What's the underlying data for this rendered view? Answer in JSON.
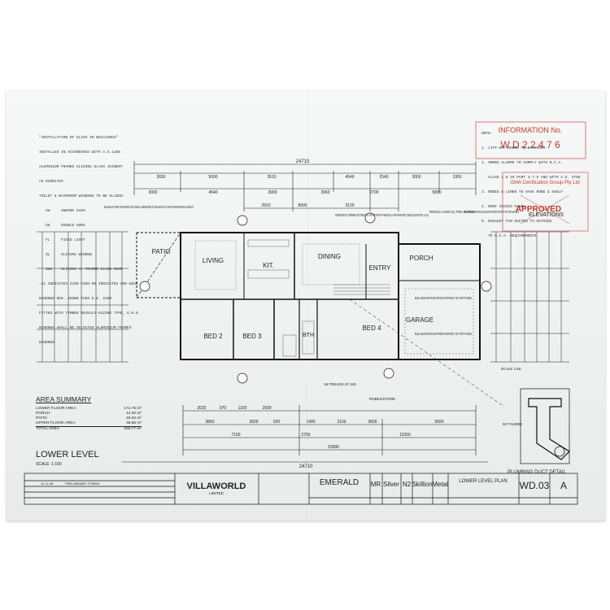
{
  "drawing_title": "LOWER LEVEL",
  "scale_note": "SCALE: 1:100",
  "elevations_label": "ELEVATIONS",
  "rooms": {
    "patio": "PATIO",
    "living": "LIVING",
    "kit": "KIT.",
    "dining": "DINING",
    "entry": "ENTRY",
    "porch": "PORCH",
    "garage": "GARAGE",
    "bed2": "BED 2",
    "bed3": "BED 3",
    "bth": "BTH",
    "bed4": "BED 4"
  },
  "area_summary": {
    "heading": "AREA SUMMARY",
    "rows": [
      {
        "label": "LOWER FLOOR AREA",
        "value": "172.76 m²"
      },
      {
        "label": "PORCH",
        "value": "14.30 m²"
      },
      {
        "label": "PATIO",
        "value": "16.63 m²"
      },
      {
        "label": "UPPER FLOOR AREA",
        "value": "48.68 m²"
      },
      {
        "label": "TOTAL AREA",
        "value": "256.77 m²"
      }
    ]
  },
  "glass_notes": [
    "\"INSTALLATION OF GLASS IN BUILDINGS\"",
    "INSTALLED IN ACCORDANCE WITH A.S.1288",
    "ALUMINIUM FRAMED SLIDING GLASS JOINERY",
    "AS DIRECTED",
    "TOILET & BATHROOM WINDOWS TO BE GLAZED-",
    "   AW     AWNING SASH",
    "   DH     DOUBLE HUNG",
    "   FL     FIXED LIGHT",
    "   SL     SLIDING WINDOW",
    "   SGD    SLIDING AL FRAMED GLASS DOOR",
    "-21 INDICATES 2100 HIGH-09 INDICATES 900 WIDE",
    "WINDOWS NOS. SHOWN THUS E.G. 2109",
    "FITTED WITH TIMBER REVEALS-SIZING TYPE, U.N.O.",
    "WINDOWS SHALL BE SELECTED ALUMINIUM FRAMES",
    "WINDOWS"
  ],
  "right_notes": [
    "NOTE:",
    "1. LIFT-OFF DOORS TO BATHROOM",
    "2. SMOKE ALARMS TO COMPLY WITH B.C.A.",
    "   CLASS 1 & 10 PART 3.7.5 AND WITH A.S. 3786",
    "3. ROBES & LINEN TO HAVE ROBE & SHELF",
    "4. ROOF ACCESS PANEL",
    "5. EXHAUST FAN DUCTED TO OUTSIDE",
    "   TO B.C.A. REQUIREMENTS"
  ],
  "callouts": {
    "bulkhead": "BULKHEAD OVER FOR BOXED DUCT BEAM. UNDERSIDE OF BULKHEAD TO MATCH WINDOW HEAD HEIGHT",
    "timber": "HORIZONTAL TIMBER BATTENS TO U/S OF ROOF PERGOLA AND PARAPET (SEE ELEVATION 1 & 2)",
    "pergola": "PERGOLA OVER (CL TREA 00) PINE",
    "brick_piers": "470 x 470 BRICK PIERS WITH M12 ANCHOR ROD FROM FOOTING TO TOP FIXING & GRANITE",
    "anchor1": "M12 ANCHOR ROD FROM FOOTING TO TOP FIXING",
    "anchor2": "M12 ANCHOR ROD FROM FOOTING TO TOP FIXING",
    "duct": "DUCT PLUMBING",
    "plumbing_detail": "PLUMBING DUCT DETAIL",
    "treads": "16 TREADS AT 240",
    "robes": "ROBES/STORE"
  },
  "dimensions": {
    "overall_top": "24710",
    "top_row1": [
      "2650",
      "5000",
      "3510",
      "4540",
      "2540",
      "3000",
      "1950"
    ],
    "top_row2": [
      "3000",
      "4540",
      "3900",
      "3960",
      "2700",
      "5890"
    ],
    "top_row3": [
      "2910",
      "8900",
      "3120"
    ],
    "bottom_row1": [
      "2020",
      "970",
      "1100",
      "2500"
    ],
    "bottom_row2": [
      "3860",
      "3000",
      "920",
      "1490",
      "2100",
      "3600",
      "5820"
    ],
    "bottom_row3": [
      "7190",
      "2750",
      "11050"
    ],
    "bottom_row4": [
      "20990"
    ],
    "overall_bottom": "24710",
    "scale_right": "SCALE 1:50"
  },
  "stamp": {
    "line1": "INFORMATION No.",
    "line2": "W D 2 2 4 7 6",
    "line3": "GMA Certification Group Pty Ltd",
    "line4": "APPROVED"
  },
  "title_block": {
    "company": "VILLAWORLD",
    "company_sub": "LIMITED",
    "design": "EMERALD",
    "design_code": "MR",
    "range": "Silver",
    "type1": "N2",
    "roof": "Skillion",
    "material": "Metal",
    "sheet_title": "LOWER LEVEL PLAN",
    "sheet_no": "WD.03",
    "revision": "A",
    "rev_row": "PRELIMINARY FORMS",
    "date_row": "11.11.08"
  },
  "colors": {
    "line": "#1d1d1d",
    "stamp_red": "#c0392b",
    "paper": "#eff1f1"
  }
}
